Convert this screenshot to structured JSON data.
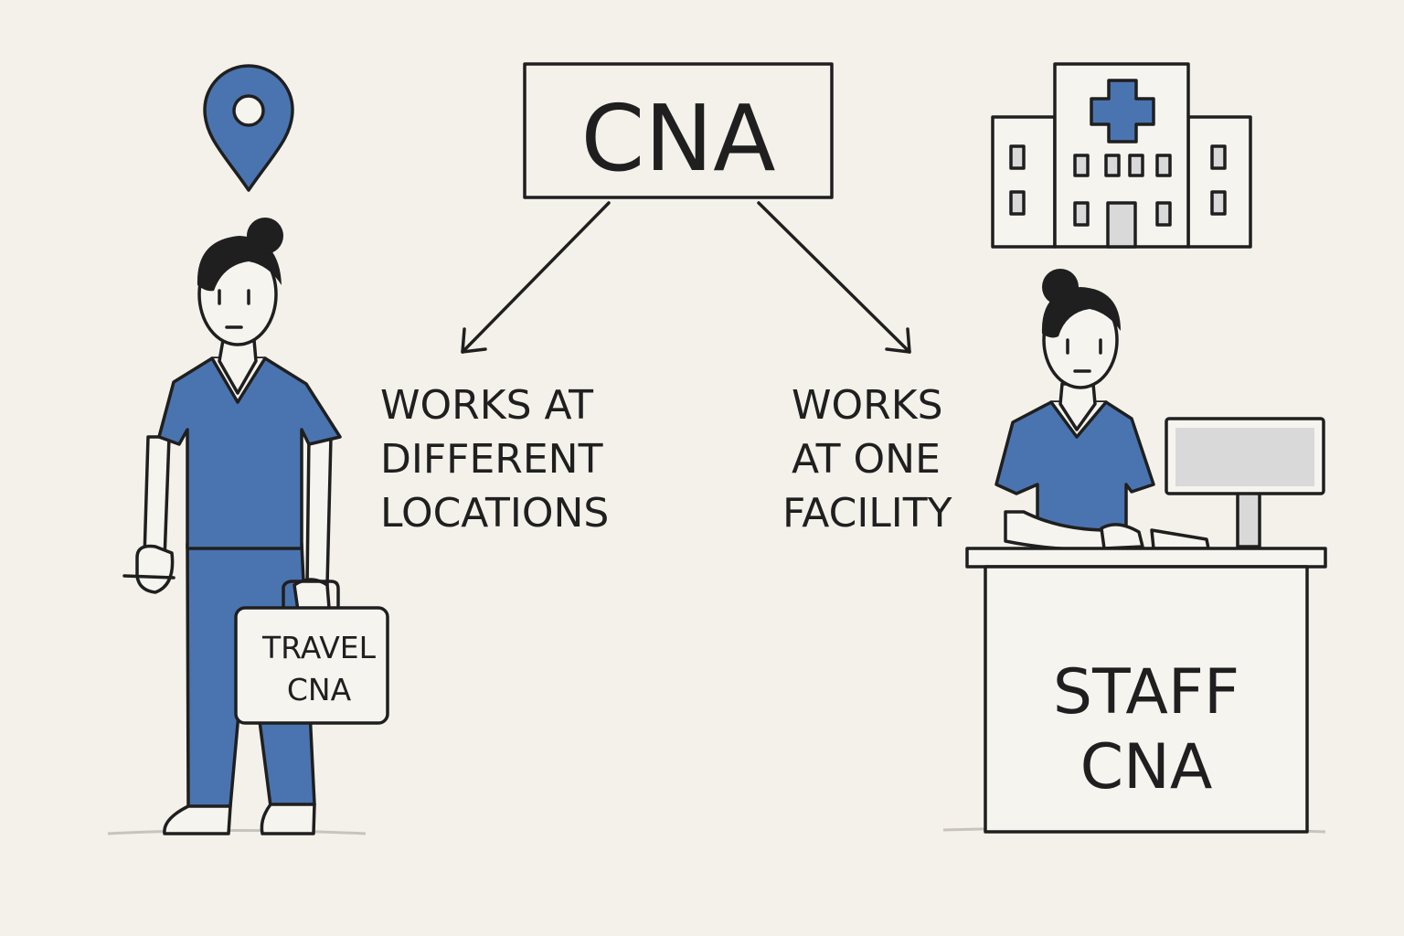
{
  "root": {
    "label": "CNA"
  },
  "branches": {
    "travel": [
      "WORKS AT",
      "DIFFERENT",
      "LOCATIONS"
    ],
    "staff": [
      "WORKS",
      "AT ONE",
      "FACILITY"
    ]
  },
  "case_label": [
    "TRAVEL",
    "CNA"
  ],
  "desk_label": [
    "STAFF",
    "CNA"
  ],
  "colors": {
    "scrubs": "#4a74b0",
    "ink": "#1f1f1f",
    "background": "#f4f1ea"
  },
  "icons": [
    "location-pin-icon",
    "hospital-icon",
    "computer-monitor-icon"
  ]
}
